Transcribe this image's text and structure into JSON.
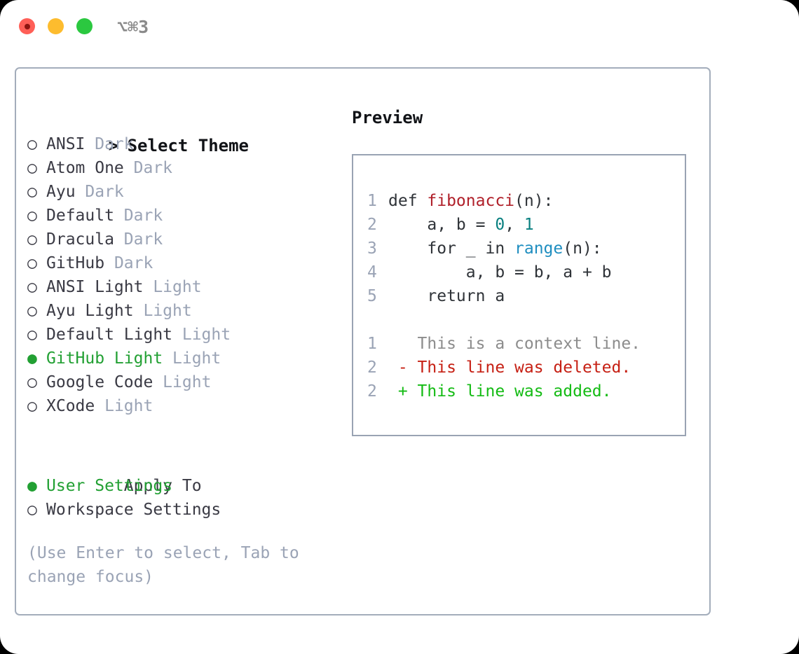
{
  "titlebar": {
    "shortcut": "⌥⌘3",
    "buttons": [
      {
        "name": "close",
        "color": "#ff5f57"
      },
      {
        "name": "minimize",
        "color": "#fdbc2e"
      },
      {
        "name": "zoom",
        "color": "#2bc840"
      }
    ]
  },
  "colors": {
    "selected_green": "#22a033",
    "muted": "#9aa3b5",
    "text": "#3a3a44",
    "border": "#a3adbb",
    "code_border": "#99a3b3",
    "keyword_red": "#b0202a",
    "number_teal": "#0a8080",
    "call_blue": "#1f8ec0",
    "diff_add": "#14bb14",
    "diff_del": "#c62014"
  },
  "theme_list": {
    "header_marker": ">",
    "header_label": "Select Theme",
    "marker_unselected": "○",
    "marker_selected": "●",
    "items": [
      {
        "label": "ANSI",
        "suffix": "Dark",
        "selected": false
      },
      {
        "label": "Atom One",
        "suffix": "Dark",
        "selected": false
      },
      {
        "label": "Ayu",
        "suffix": "Dark",
        "selected": false
      },
      {
        "label": "Default",
        "suffix": "Dark",
        "selected": false
      },
      {
        "label": "Dracula",
        "suffix": "Dark",
        "selected": false
      },
      {
        "label": "GitHub",
        "suffix": "Dark",
        "selected": false
      },
      {
        "label": "ANSI Light",
        "suffix": "Light",
        "selected": false
      },
      {
        "label": "Ayu Light",
        "suffix": "Light",
        "selected": false
      },
      {
        "label": "Default Light",
        "suffix": "Light",
        "selected": false
      },
      {
        "label": "GitHub Light",
        "suffix": "Light",
        "selected": true
      },
      {
        "label": "Google Code",
        "suffix": "Light",
        "selected": false
      },
      {
        "label": "XCode",
        "suffix": "Light",
        "selected": false
      }
    ]
  },
  "apply_to": {
    "heading": "Apply To",
    "options": [
      {
        "label": "User Settings",
        "selected": true
      },
      {
        "label": "Workspace Settings",
        "selected": false
      }
    ]
  },
  "hint": "(Use Enter to select, Tab to change focus)",
  "preview": {
    "title": "Preview",
    "code": [
      {
        "num": "1",
        "segments": [
          {
            "text": "def ",
            "kind": "plain"
          },
          {
            "text": "fibonacci",
            "kind": "fn"
          },
          {
            "text": "(n):",
            "kind": "plain"
          }
        ]
      },
      {
        "num": "2",
        "segments": [
          {
            "text": "    a, b = ",
            "kind": "plain"
          },
          {
            "text": "0",
            "kind": "num"
          },
          {
            "text": ", ",
            "kind": "plain"
          },
          {
            "text": "1",
            "kind": "num"
          }
        ]
      },
      {
        "num": "3",
        "segments": [
          {
            "text": "    for _ in ",
            "kind": "plain"
          },
          {
            "text": "range",
            "kind": "call"
          },
          {
            "text": "(n):",
            "kind": "plain"
          }
        ]
      },
      {
        "num": "4",
        "segments": [
          {
            "text": "        a, b = b, a + b",
            "kind": "plain"
          }
        ]
      },
      {
        "num": "5",
        "segments": [
          {
            "text": "    return a",
            "kind": "plain"
          }
        ]
      }
    ],
    "diff": [
      {
        "num": "1",
        "sign": " ",
        "text": "This is a context line.",
        "kind": "ctx"
      },
      {
        "num": "2",
        "sign": "-",
        "text": "This line was deleted.",
        "kind": "del"
      },
      {
        "num": "2",
        "sign": "+",
        "text": "This line was added.",
        "kind": "add"
      }
    ]
  }
}
